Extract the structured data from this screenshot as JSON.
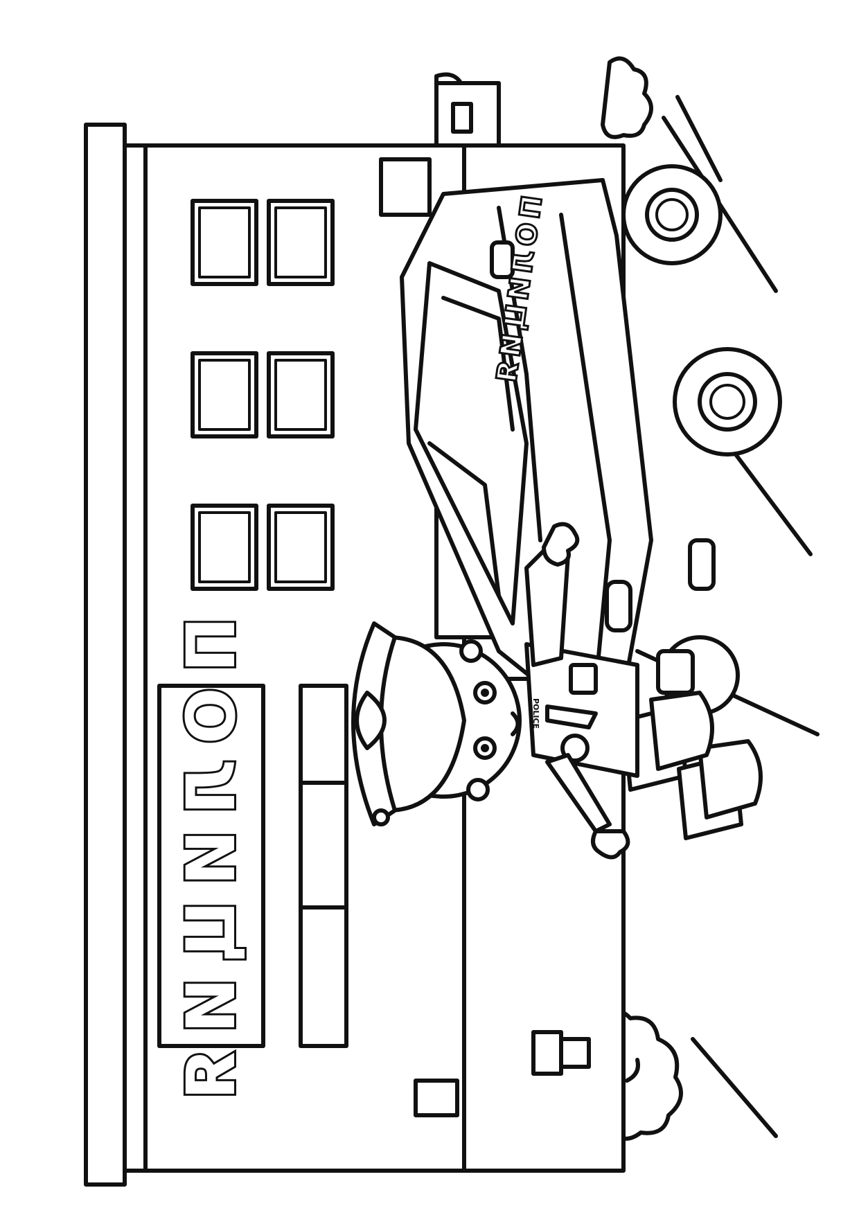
{
  "station_sign": {
    "label": "ПОЛИЦИЯ"
  },
  "car": {
    "label": "ПОЛИЦИЯ"
  },
  "officer": {
    "badge_label": "POLICE"
  },
  "colors": {
    "ink": "#111111",
    "paper": "#ffffff"
  }
}
